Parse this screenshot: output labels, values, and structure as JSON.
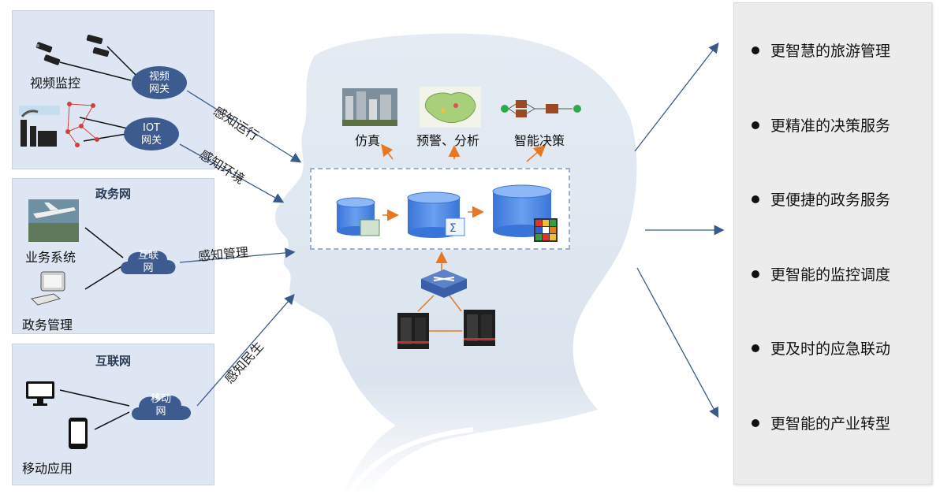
{
  "inputs": {
    "panel1": {
      "items": [
        {
          "label": "视频监控",
          "gateway": [
            "视频",
            "网关"
          ]
        },
        {
          "label": "",
          "gateway": [
            "IOT",
            "网关"
          ]
        }
      ]
    },
    "panel2": {
      "title": "政务网",
      "items": [
        "业务系统",
        "政务管理"
      ],
      "gateway": [
        "互联",
        "网"
      ]
    },
    "panel3": {
      "title": "互联网",
      "items": [
        "移动应用"
      ],
      "gateway": [
        "移动",
        "网"
      ]
    }
  },
  "flows": [
    "感知运行",
    "感知环境",
    "感知管理",
    "感知民生"
  ],
  "brain": {
    "functions": [
      "仿真",
      "预警、分析",
      "智能决策"
    ]
  },
  "results": [
    "更智慧的旅游管理",
    "更精准的决策服务",
    "更便捷的政务服务",
    "更智能的监控调度",
    "更及时的应急联动",
    "更智能的产业转型"
  ],
  "colors": {
    "panel_bg": "#dde6f2",
    "gateway": "#3d5b8f",
    "arrow_blue": "#3a5a8c",
    "arrow_orange": "#e87722",
    "db_blue": "#4a86e8",
    "head_fill": "#dfe7f0",
    "result_bg": "#ececec"
  },
  "icons": [
    "cctv-camera-icon",
    "factory-icon",
    "network-nodes-icon",
    "airport-photo-icon",
    "computer-icon",
    "monitor-icon",
    "smartphone-icon",
    "city-photo-icon",
    "china-map-icon",
    "decision-flow-icon",
    "database-icon",
    "router-icon",
    "server-icon",
    "rubik-cube-icon",
    "sigma-doc-icon"
  ]
}
